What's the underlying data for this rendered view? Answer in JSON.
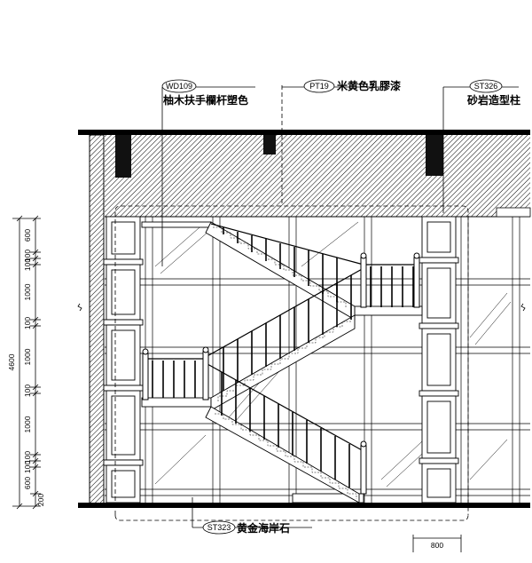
{
  "callouts": {
    "top_left": {
      "code": "WD109",
      "label": "柚木扶手欄杆塑色"
    },
    "top_mid": {
      "code": "PT19",
      "label": "米黄色乳膠漆"
    },
    "top_right": {
      "code": "ST326",
      "label": "砂岩造型柱"
    },
    "bottom": {
      "code": "ST323",
      "label": "黄金海岸石"
    }
  },
  "dimensions": {
    "total": "4600",
    "segments": [
      "600",
      "100",
      "100",
      "1000",
      "100",
      "1000",
      "100",
      "1000",
      "100",
      "100",
      "600",
      "200"
    ]
  },
  "scale_bar": {
    "value": "800"
  }
}
